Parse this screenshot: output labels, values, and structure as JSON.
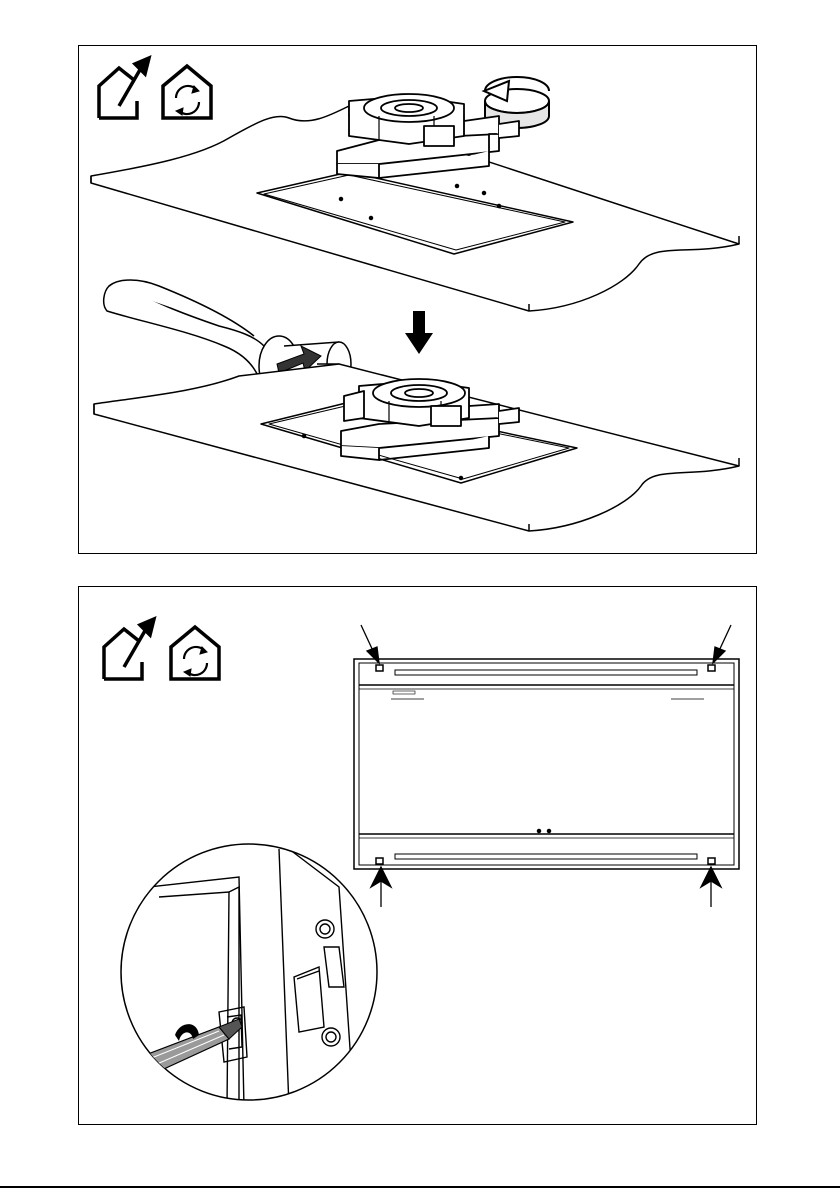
{
  "document": {
    "type": "installation-instructions-page",
    "panels": [
      {
        "id": "top",
        "mode_icons": [
          "ducted-exhaust-icon",
          "recirculation-icon"
        ],
        "steps": [
          "rotate-motor-into-cutout",
          "insert-motor",
          "connect-duct"
        ],
        "symbols": [
          "rotate-arrow-icon",
          "down-arrow-icon",
          "push-arrow-icon"
        ]
      },
      {
        "id": "bottom",
        "mode_icons": [
          "ducted-exhaust-icon",
          "recirculation-icon"
        ],
        "steps": [
          "fix-four-corner-screws"
        ],
        "symbols": [
          "pointer-arrow-icon",
          "screwdriver-icon",
          "magnifier-detail"
        ]
      }
    ]
  },
  "colors": {
    "line": "#000000",
    "background": "#ffffff",
    "arrow-fill": "#3a3a3a",
    "rotate-fill": "#e6e6e6"
  }
}
